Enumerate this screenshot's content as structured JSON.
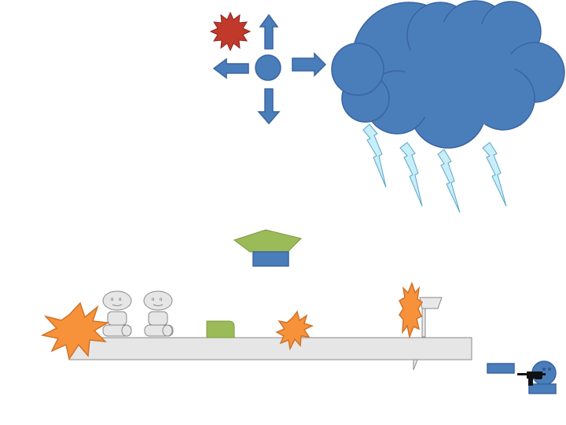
{
  "diagram": {
    "colors": {
      "blue": "#4a7ebb",
      "blue_stroke": "#3a64a0",
      "red_burst": "#c0392b",
      "orange_burst": "#f7923a",
      "orange_stroke": "#d0722a",
      "lightning_fill": "#c7eef9",
      "lightning_stroke": "#5aa6c8",
      "green": "#9bbb59",
      "green_stroke": "#7a9a3a",
      "platform_fill": "#e6e6e6",
      "platform_stroke": "#8a8a8a"
    },
    "shapes": [
      {
        "kind": "burst",
        "color": "red",
        "label": "red-burst-icon"
      },
      {
        "kind": "arrow",
        "direction": "up"
      },
      {
        "kind": "arrow",
        "direction": "down"
      },
      {
        "kind": "arrow",
        "direction": "left"
      },
      {
        "kind": "arrow",
        "direction": "right"
      },
      {
        "kind": "circle",
        "color": "blue"
      },
      {
        "kind": "cloud",
        "color": "blue"
      },
      {
        "kind": "lightning",
        "count": 4
      },
      {
        "kind": "green-pentagon-on-blue-block"
      },
      {
        "kind": "platform"
      },
      {
        "kind": "gray-figure",
        "count": 2
      },
      {
        "kind": "green-block"
      },
      {
        "kind": "orange-burst",
        "count": 3
      },
      {
        "kind": "flag"
      },
      {
        "kind": "blue-bar"
      },
      {
        "kind": "blue-head-figure"
      }
    ]
  }
}
